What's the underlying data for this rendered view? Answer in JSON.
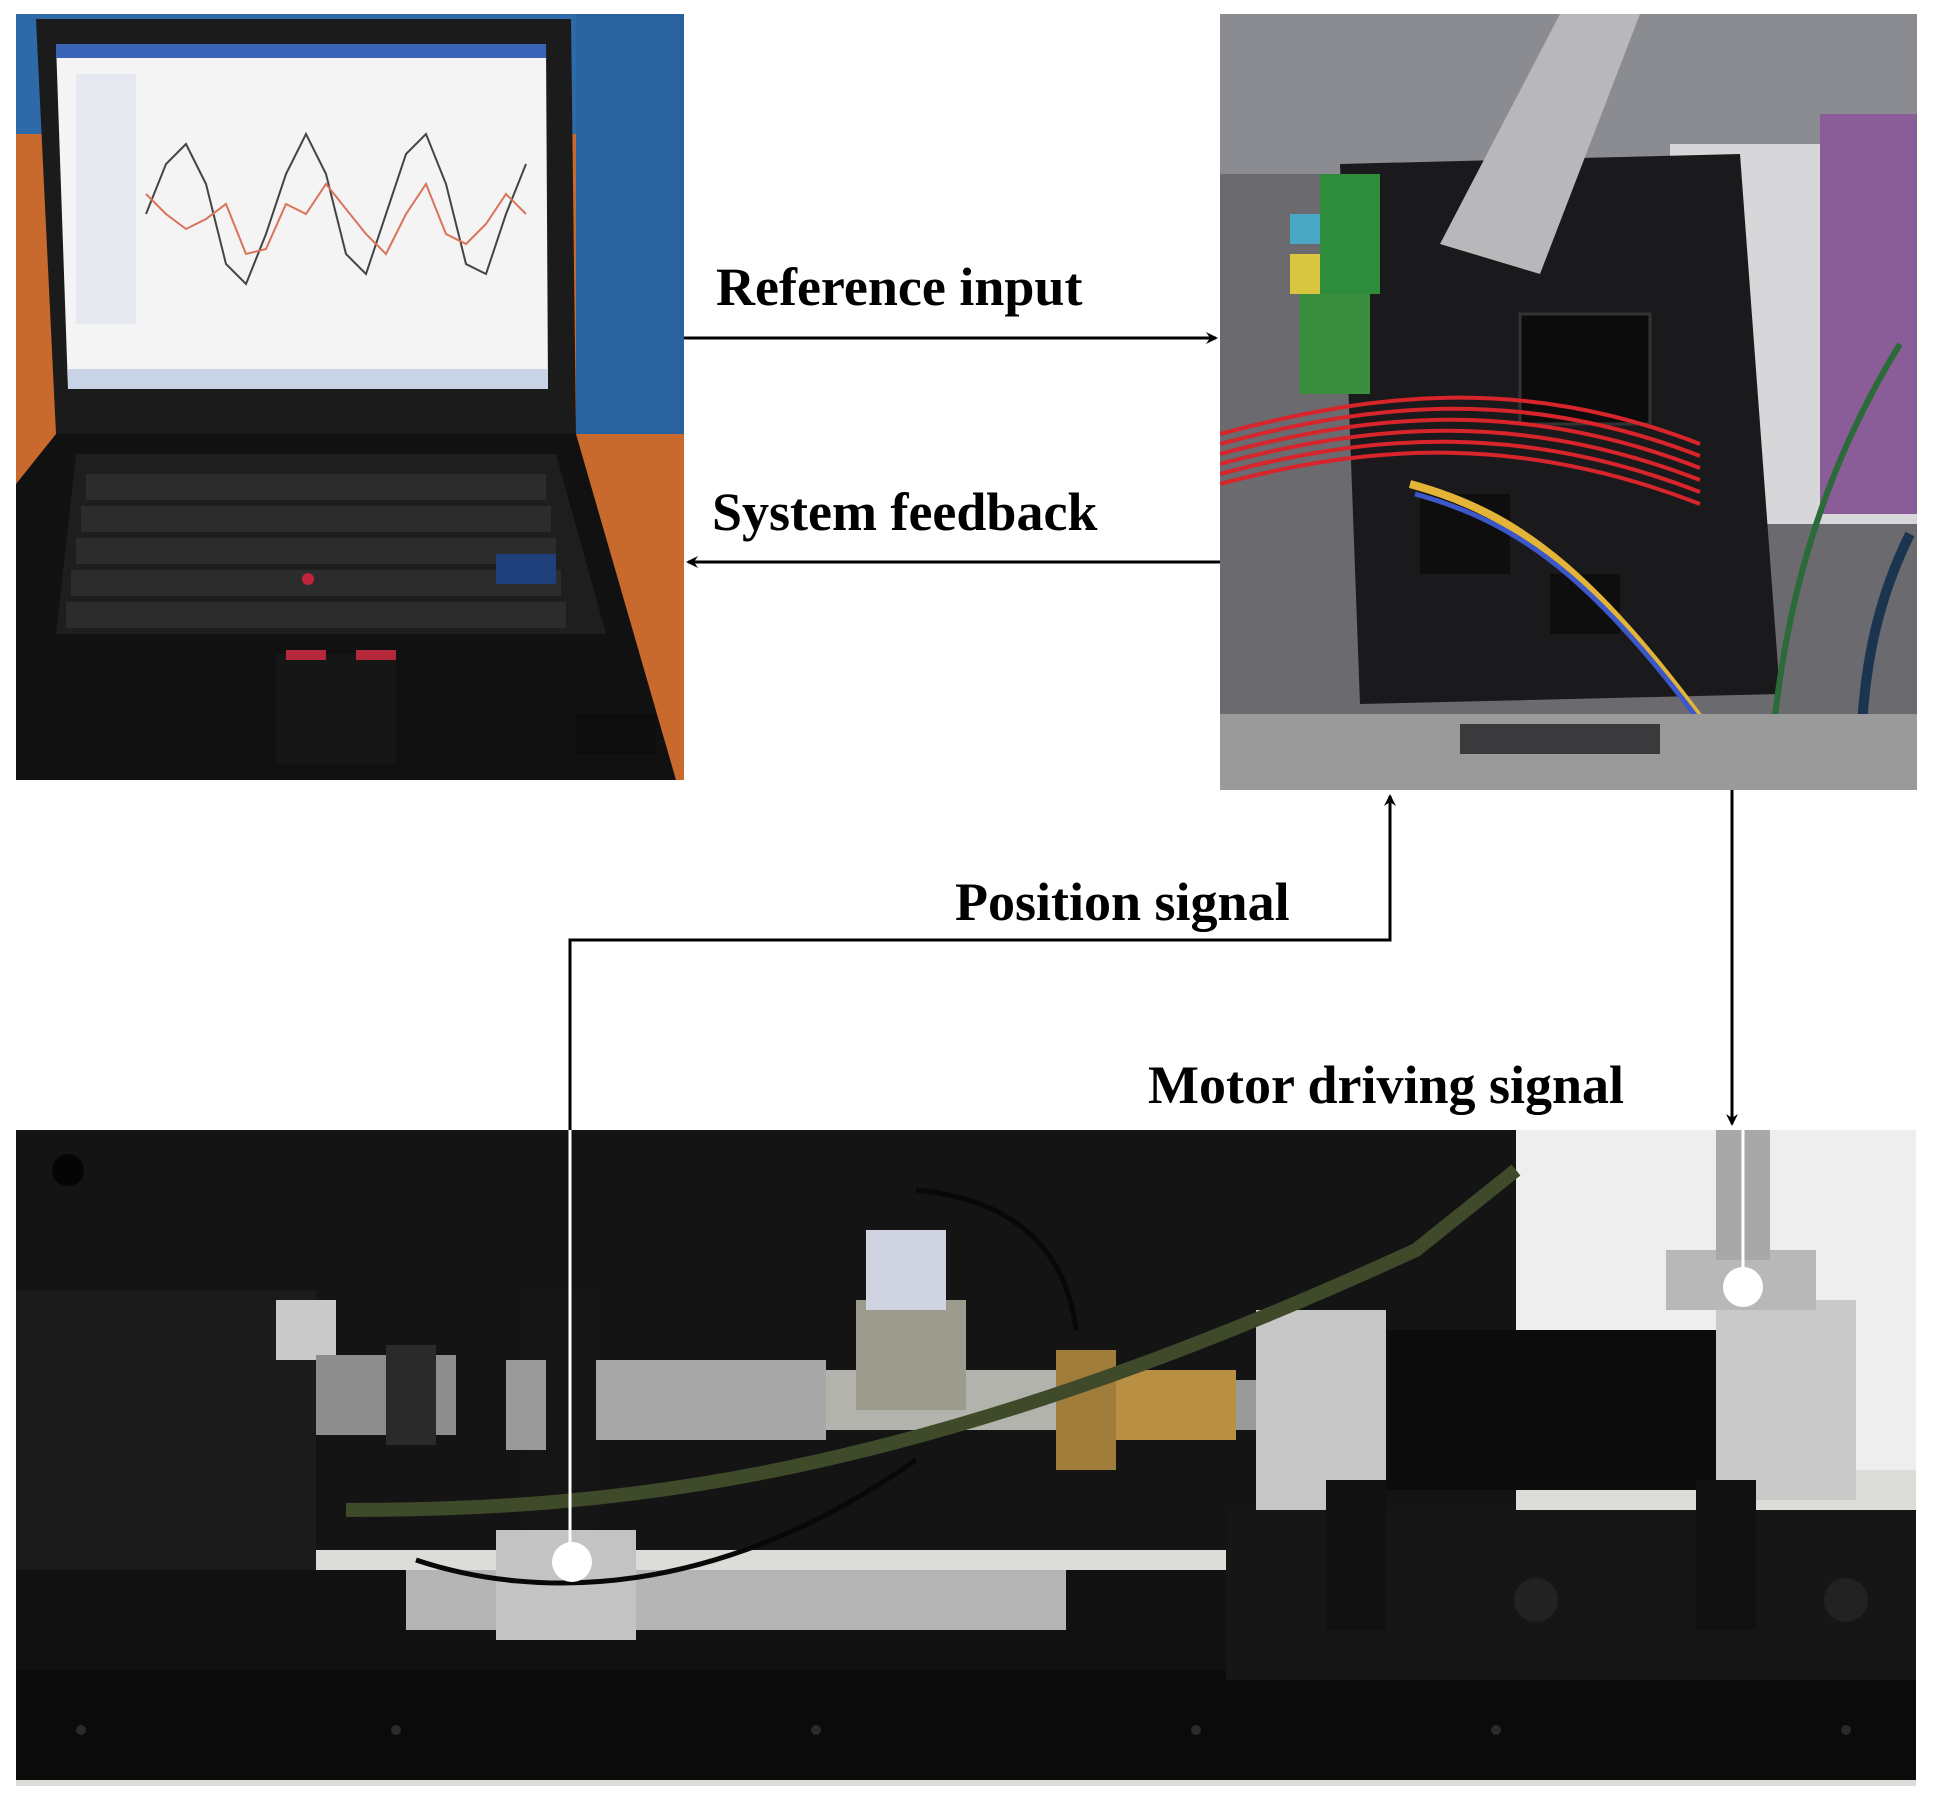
{
  "labels": {
    "reference_input": "Reference input",
    "system_feedback": "System feedback",
    "position_signal": "Position signal",
    "motor_driving_signal": "Motor driving signal"
  },
  "photos": {
    "laptop": "laptop-running-control-software",
    "board": "controller-circuit-board",
    "testbed": "linear-actuator-test-bench"
  },
  "colors": {
    "arrow": "#000000",
    "marker": "#ffffff"
  }
}
